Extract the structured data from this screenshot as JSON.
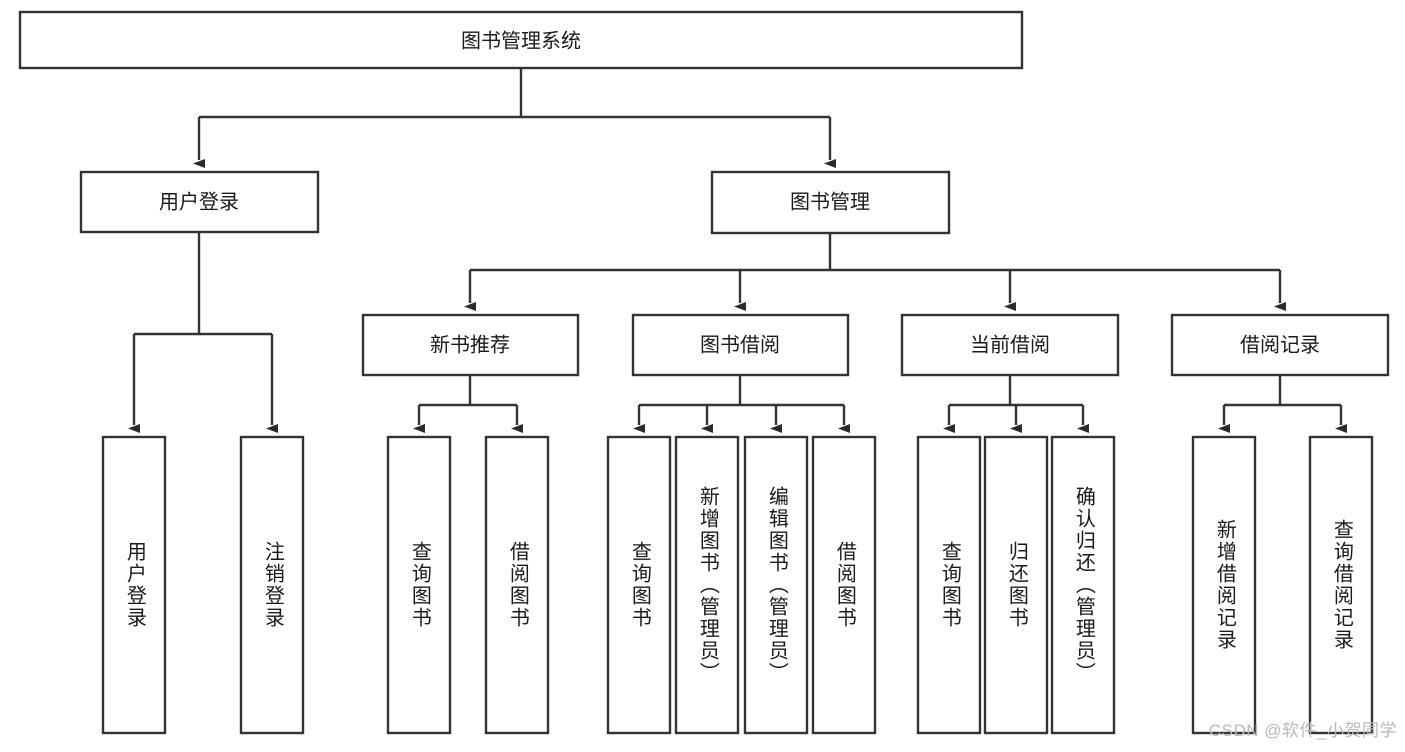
{
  "diagram": {
    "type": "tree-hierarchy",
    "title": "图书管理系统",
    "orientation": "top-down",
    "colors": {
      "box_stroke": "#333333",
      "box_fill": "#ffffff",
      "connector": "#333333",
      "text": "#1a1a1a",
      "watermark": "#b9b9b9",
      "background": "#ffffff"
    },
    "root": {
      "label": "图书管理系统"
    },
    "level2": [
      {
        "label": "用户登录"
      },
      {
        "label": "图书管理"
      }
    ],
    "level3": [
      {
        "label": "新书推荐"
      },
      {
        "label": "图书借阅"
      },
      {
        "label": "当前借阅"
      },
      {
        "label": "借阅记录"
      }
    ],
    "leaves": {
      "user_login": [
        {
          "label": "用户登录"
        },
        {
          "label": "注销登录"
        }
      ],
      "new_book_recommend": [
        {
          "label": "查询图书"
        },
        {
          "label": "借阅图书"
        }
      ],
      "book_borrow": [
        {
          "label": "查询图书"
        },
        {
          "label": "新增图书（管理员）"
        },
        {
          "label": "编辑图书（管理员）"
        },
        {
          "label": "借阅图书"
        }
      ],
      "current_borrow": [
        {
          "label": "查询图书"
        },
        {
          "label": "归还图书"
        },
        {
          "label": "确认归还（管理员）"
        }
      ],
      "borrow_record": [
        {
          "label": "新增借阅记录"
        },
        {
          "label": "查询借阅记录"
        }
      ]
    }
  },
  "watermark": {
    "text": "CSDN @软件_小贺同学"
  }
}
